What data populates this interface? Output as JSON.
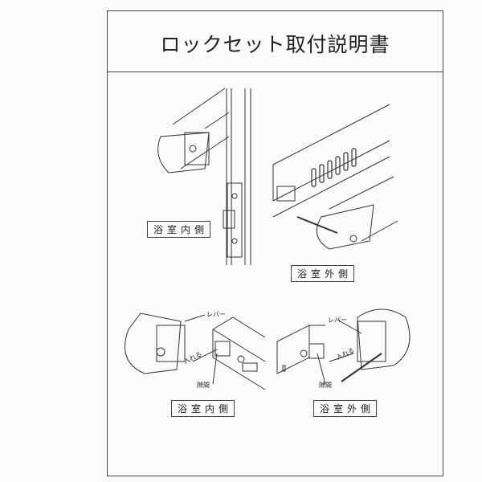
{
  "document": {
    "title": "ロックセット取付説明書",
    "labels": {
      "inside_top": "浴室内側",
      "outside_top": "浴室外側",
      "inside_bottom": "浴室内側",
      "outside_bottom": "浴室外側"
    },
    "callouts": {
      "lever_left": "レバー",
      "insert_left": "入れる",
      "gap_left": "隙間",
      "lever_right": "レバー",
      "insert_right": "入れる",
      "gap_right": "隙間"
    }
  }
}
